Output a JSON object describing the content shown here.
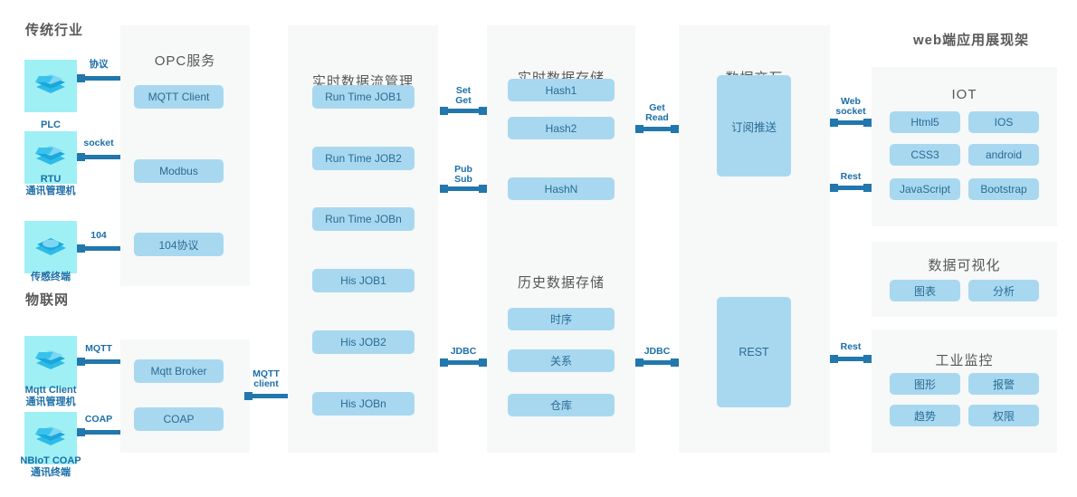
{
  "sections": {
    "traditional_industry": "传统行业",
    "iot": "物联网",
    "web_presentation": "web端应用展现架"
  },
  "devices": [
    {
      "name": "plc",
      "label": "PLC",
      "sublabel": ""
    },
    {
      "name": "rtu",
      "label": "RTU",
      "sublabel": "通讯管理机"
    },
    {
      "name": "sensor",
      "label": "传感终端",
      "sublabel": ""
    },
    {
      "name": "mqtt-client",
      "label": "Mqtt Client",
      "sublabel": "通讯管理机"
    },
    {
      "name": "nbiot-coap",
      "label": "NBIoT COAP",
      "sublabel": "通讯终端"
    }
  ],
  "panels": {
    "opc": {
      "title": "OPC服务",
      "items": [
        "MQTT Client",
        "Modbus",
        "104协议"
      ]
    },
    "iot_gateway": {
      "title": "",
      "items": [
        "Mqtt Broker",
        "COAP"
      ]
    },
    "realtime_stream": {
      "title": "实时数据流管理",
      "items": [
        "Run Time JOB1",
        "Run Time JOB2",
        "Run Time JOBn",
        "His JOB1",
        "His JOB2",
        "His JOBn"
      ]
    },
    "realtime_storage": {
      "title": "实时数据存储",
      "items": [
        "Hash1",
        "Hash2",
        "HashN"
      ]
    },
    "history_storage": {
      "title": "历史数据存储",
      "items": [
        "时序",
        "关系",
        "仓库"
      ]
    },
    "data_exchange": {
      "title": "数据交互",
      "items": [
        "订阅推送",
        "REST"
      ]
    },
    "iot_apps": {
      "title": "IOT",
      "items": [
        "Html5",
        "IOS",
        "CSS3",
        "android",
        "JavaScript",
        "Bootstrap"
      ]
    },
    "visualization": {
      "title": "数据可视化",
      "items": [
        "图表",
        "分析"
      ]
    },
    "industrial_monitor": {
      "title": "工业监控",
      "items": [
        "图形",
        "报警",
        "趋势",
        "权限"
      ]
    }
  },
  "connectors": [
    {
      "name": "plc-to-opc",
      "label": "协议"
    },
    {
      "name": "rtu-to-opc",
      "label": "socket"
    },
    {
      "name": "sensor-to-opc",
      "label": "104"
    },
    {
      "name": "mqtt-to-broker",
      "label": "MQTT"
    },
    {
      "name": "coap-to-broker",
      "label": "COAP"
    },
    {
      "name": "broker-to-stream",
      "label": "MQTT\nclient"
    },
    {
      "name": "stream-to-realtime-setget",
      "label": "Set\nGet"
    },
    {
      "name": "stream-to-realtime-pubsub",
      "label": "Pub\nSub"
    },
    {
      "name": "stream-to-history-jdbc",
      "label": "JDBC"
    },
    {
      "name": "realtime-to-exchange",
      "label": "Get\nRead"
    },
    {
      "name": "history-to-exchange",
      "label": "JDBC"
    },
    {
      "name": "exchange-to-iot-websocket",
      "label": "Web\nsocket"
    },
    {
      "name": "exchange-to-iot-rest",
      "label": "Rest"
    },
    {
      "name": "exchange-to-monitor-rest",
      "label": "Rest"
    }
  ],
  "colors": {
    "panel_bg": "#f7f8f8",
    "box_bg": "#a8d8f0",
    "box_text": "#2a6b93",
    "connector": "#2277ad",
    "device_bg": "#9ff0f5",
    "title_text": "#575757"
  }
}
